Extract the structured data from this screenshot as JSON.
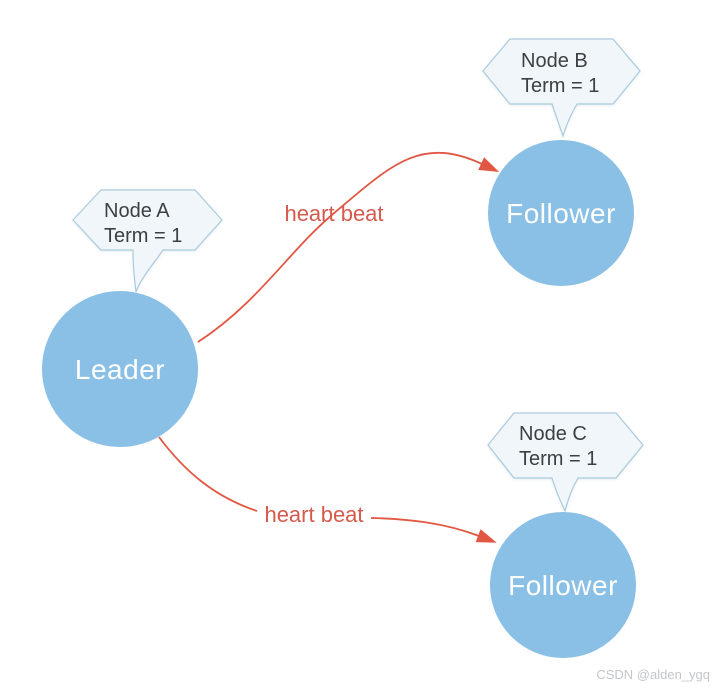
{
  "diagram": {
    "title": "raft-leader-heartbeat-diagram",
    "colors": {
      "background": "#ffffff",
      "node_fill": "#8ac0e6",
      "node_text": "#ffffff",
      "callout_fill": "#f0f6fa",
      "callout_border": "#abcbdd",
      "callout_text": "#3d4043",
      "arrow": "#e25744",
      "edge_label": "#d45a4c",
      "watermark": "#c3c7ca"
    },
    "nodes": [
      {
        "id": "leader",
        "label": "Leader"
      },
      {
        "id": "follower-b",
        "label": "Follower"
      },
      {
        "id": "follower-c",
        "label": "Follower"
      }
    ],
    "callouts": [
      {
        "id": "node-a",
        "lines": [
          "Node A",
          "Term = 1"
        ]
      },
      {
        "id": "node-b",
        "lines": [
          "Node B",
          "Term = 1"
        ]
      },
      {
        "id": "node-c",
        "lines": [
          "Node C",
          "Term = 1"
        ]
      }
    ],
    "edges": [
      {
        "id": "heartbeat-to-b",
        "label": "heart beat"
      },
      {
        "id": "heartbeat-to-c",
        "label": "heart beat"
      }
    ],
    "watermark": "CSDN @alden_ygq"
  }
}
